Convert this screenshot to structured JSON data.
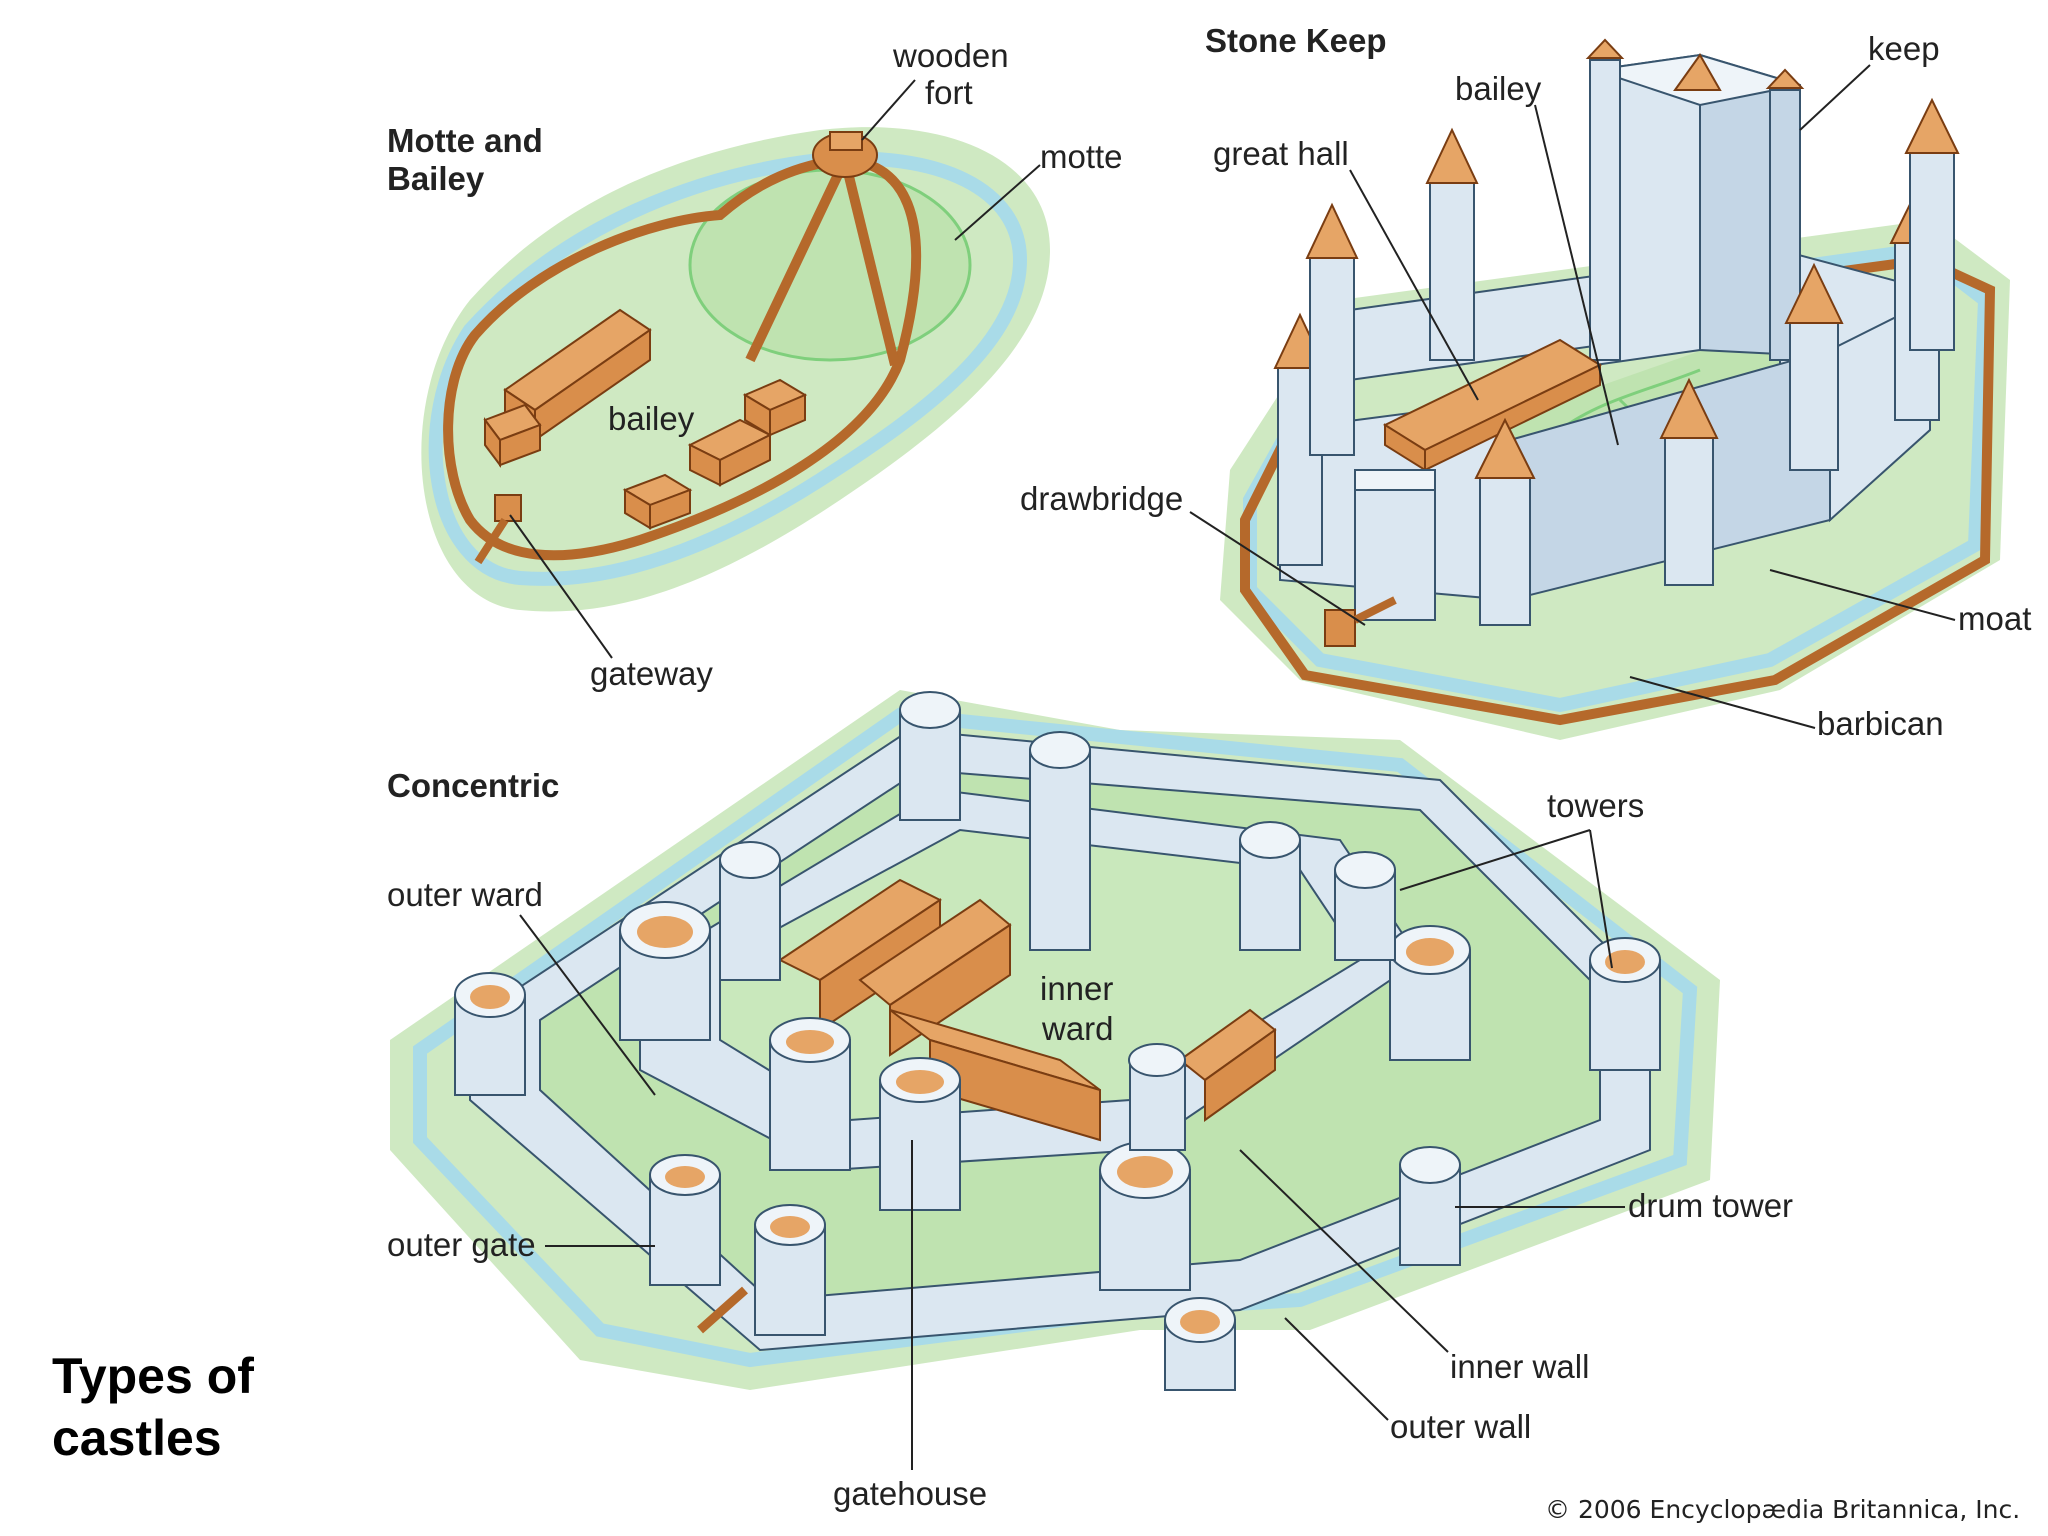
{
  "caption": {
    "line1": "Types of",
    "line2": "castles"
  },
  "copyright": "© 2006 Encyclopædia Britannica, Inc.",
  "motte_and_bailey": {
    "title_line1": "Motte and",
    "title_line2": "Bailey",
    "labels": {
      "wooden": "wooden",
      "fort": "fort",
      "motte": "motte",
      "bailey": "bailey",
      "gateway": "gateway"
    }
  },
  "stone_keep": {
    "title": "Stone Keep",
    "labels": {
      "keep": "keep",
      "bailey": "bailey",
      "great_hall": "great hall",
      "drawbridge": "drawbridge",
      "moat": "moat",
      "barbican": "barbican"
    }
  },
  "concentric": {
    "title": "Concentric",
    "labels": {
      "outer_ward": "outer ward",
      "towers": "towers",
      "inner": "inner",
      "ward": "ward",
      "drum_tower": "drum tower",
      "outer_gate": "outer gate",
      "inner_wall": "inner wall",
      "outer_wall": "outer wall",
      "gatehouse": "gatehouse"
    }
  }
}
